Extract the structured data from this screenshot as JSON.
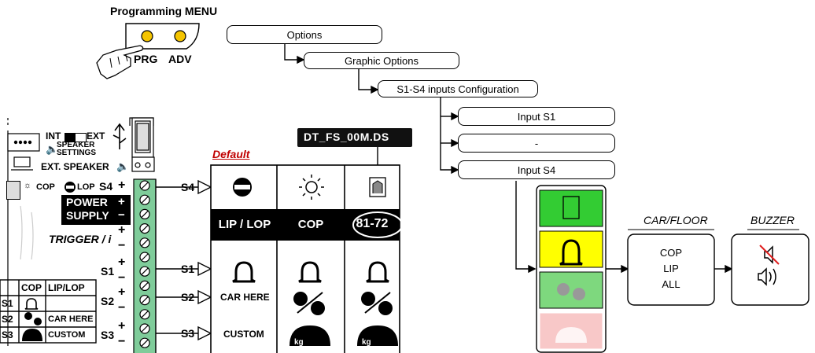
{
  "menu": {
    "title": "Programming MENU",
    "prg_label": "PRG",
    "adv_label": "ADV",
    "items": [
      "Options",
      "Graphic Options",
      "S1-S4 inputs Configuration",
      "Input S1",
      "-",
      "Input S4"
    ]
  },
  "board": {
    "int_label": "INT",
    "ext_label": "EXT",
    "speaker_settings_line1": "SPEAKER",
    "speaker_settings_line2": "SETTINGS",
    "ext_speaker_label": "EXT. SPEAKER",
    "cop_label": "COP",
    "lop_label": "LOP",
    "s4_label": "S4",
    "power_supply_line1": "POWER",
    "power_supply_line2": "SUPPLY",
    "trigger_label": "TRIGGER / i",
    "s1_label": "S1",
    "s2_label": "S2",
    "s3_label": "S3",
    "plus": "+",
    "minus": "−"
  },
  "legend_table": {
    "headers": [
      "COP",
      "LIP/LOP"
    ],
    "rows": [
      {
        "input": "S1",
        "lip_lop": ""
      },
      {
        "input": "S2",
        "lip_lop": "CAR HERE"
      },
      {
        "input": "S3",
        "lip_lop": "CUSTOM"
      }
    ]
  },
  "display": {
    "file_label": "DT_FS_00M.DS",
    "default_label": "Default",
    "s4": "S4",
    "s1": "S1",
    "s2": "S2",
    "s3": "S3",
    "col_headers": [
      "LIP / LOP",
      "COP",
      "81-72"
    ],
    "car_here": "CAR HERE",
    "custom": "CUSTOM"
  },
  "outputs": {
    "car_floor_title": "CAR/FLOOR",
    "car_floor_options": [
      "COP",
      "LIP",
      "ALL"
    ],
    "buzzer_title": "BUZZER"
  },
  "colors": {
    "green": "#33cc33",
    "yellow": "#ffff00",
    "light_green": "#7ed87e",
    "faded_red": "#f4a5a5",
    "terminal_green": "#7fcc9a",
    "red_strike": "#e02020"
  }
}
